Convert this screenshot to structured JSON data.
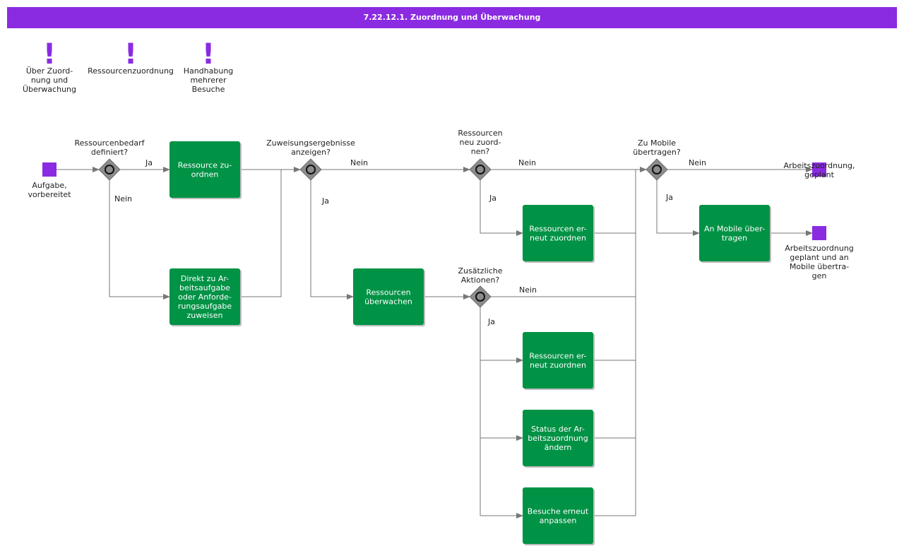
{
  "title": "7.22.12.1. Zuordnung und Überwachung",
  "colors": {
    "accent": "#8a2be2",
    "task": "#009245",
    "gateway": "#8c8c8c",
    "line": "#777777"
  },
  "notes": [
    {
      "id": "n1",
      "lines": [
        "Über Zuord-",
        "nung und",
        "Überwachung"
      ]
    },
    {
      "id": "n2",
      "lines": [
        "Ressourcenzuordnung"
      ]
    },
    {
      "id": "n3",
      "lines": [
        "Handhabung",
        "mehrerer",
        "Besuche"
      ]
    }
  ],
  "events": [
    {
      "id": "start",
      "lines": [
        "Aufgabe,",
        "vorbereitet"
      ]
    },
    {
      "id": "end1",
      "lines": [
        "Arbeitszuordnung,",
        "geplant"
      ]
    },
    {
      "id": "end2",
      "lines": [
        "Arbeitszuordnung",
        "geplant und an",
        "Mobile übertra-",
        "gen"
      ]
    }
  ],
  "gateways": [
    {
      "id": "g1",
      "lines": [
        "Ressourcenbedarf",
        "definiert?"
      ]
    },
    {
      "id": "g2",
      "lines": [
        "Zuweisungsergebnisse",
        "anzeigen?"
      ]
    },
    {
      "id": "g3",
      "lines": [
        "Ressourcen",
        "neu zuord-",
        "nen?"
      ]
    },
    {
      "id": "g4",
      "lines": [
        "Zusätzliche",
        "Aktionen?"
      ]
    },
    {
      "id": "g5",
      "lines": [
        "Zu Mobile",
        "übertragen?"
      ]
    }
  ],
  "tasks": [
    {
      "id": "t1",
      "lines": [
        "Ressource zu-",
        "ordnen"
      ]
    },
    {
      "id": "t2",
      "lines": [
        "Direkt zu Ar-",
        "beitsaufgabe",
        "oder Anforde-",
        "rungsaufgabe",
        "zuweisen"
      ]
    },
    {
      "id": "t3",
      "lines": [
        "Ressourcen",
        "überwachen"
      ]
    },
    {
      "id": "t4",
      "lines": [
        "Ressourcen er-",
        "neut zuordnen"
      ]
    },
    {
      "id": "t5",
      "lines": [
        "Ressourcen er-",
        "neut zuordnen"
      ]
    },
    {
      "id": "t6",
      "lines": [
        "Status der Ar-",
        "beitszuordnung",
        "ändern"
      ]
    },
    {
      "id": "t7",
      "lines": [
        "Besuche erneut",
        "anpassen"
      ]
    },
    {
      "id": "t8",
      "lines": [
        "An Mobile über-",
        "tragen"
      ]
    }
  ],
  "flow_labels": {
    "g1_ja": "Ja",
    "g1_nein": "Nein",
    "g2_nein": "Nein",
    "g2_ja": "Ja",
    "g3_nein": "Nein",
    "g3_ja": "Ja",
    "g4_nein": "Nein",
    "g4_ja": "Ja",
    "g5_nein": "Nein",
    "g5_ja": "Ja"
  }
}
